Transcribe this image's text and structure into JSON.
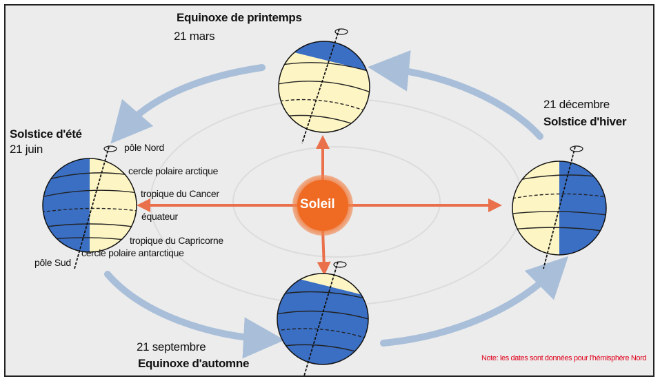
{
  "sun": {
    "label": "Soleil"
  },
  "positions": {
    "spring": {
      "title": "Equinoxe de printemps",
      "date": "21 mars"
    },
    "summer": {
      "title": "Solstice d'été",
      "date": "21 juin"
    },
    "winter": {
      "title": "Solstice d'hiver",
      "date": "21 décembre"
    },
    "autumn": {
      "title": "Equinoxe d'automne",
      "date": "21 septembre"
    }
  },
  "earth_labels": {
    "north_pole": "pôle Nord",
    "arctic_circle": "cercle polaire arctique",
    "tropic_cancer": "tropique du Cancer",
    "equator": "équateur",
    "tropic_capricorn": "tropique du Capricorne",
    "antarctic_circle": "cercle polaire antarctique",
    "south_pole": "pôle Sud"
  },
  "note": "Note: les dates sont données pour l'hémisphère Nord",
  "colors": {
    "night": "#3a6fc4",
    "day": "#fdf5c4",
    "sun": "#f0661e",
    "orbit": "#a9bfd9",
    "ray": "#e9704a"
  }
}
